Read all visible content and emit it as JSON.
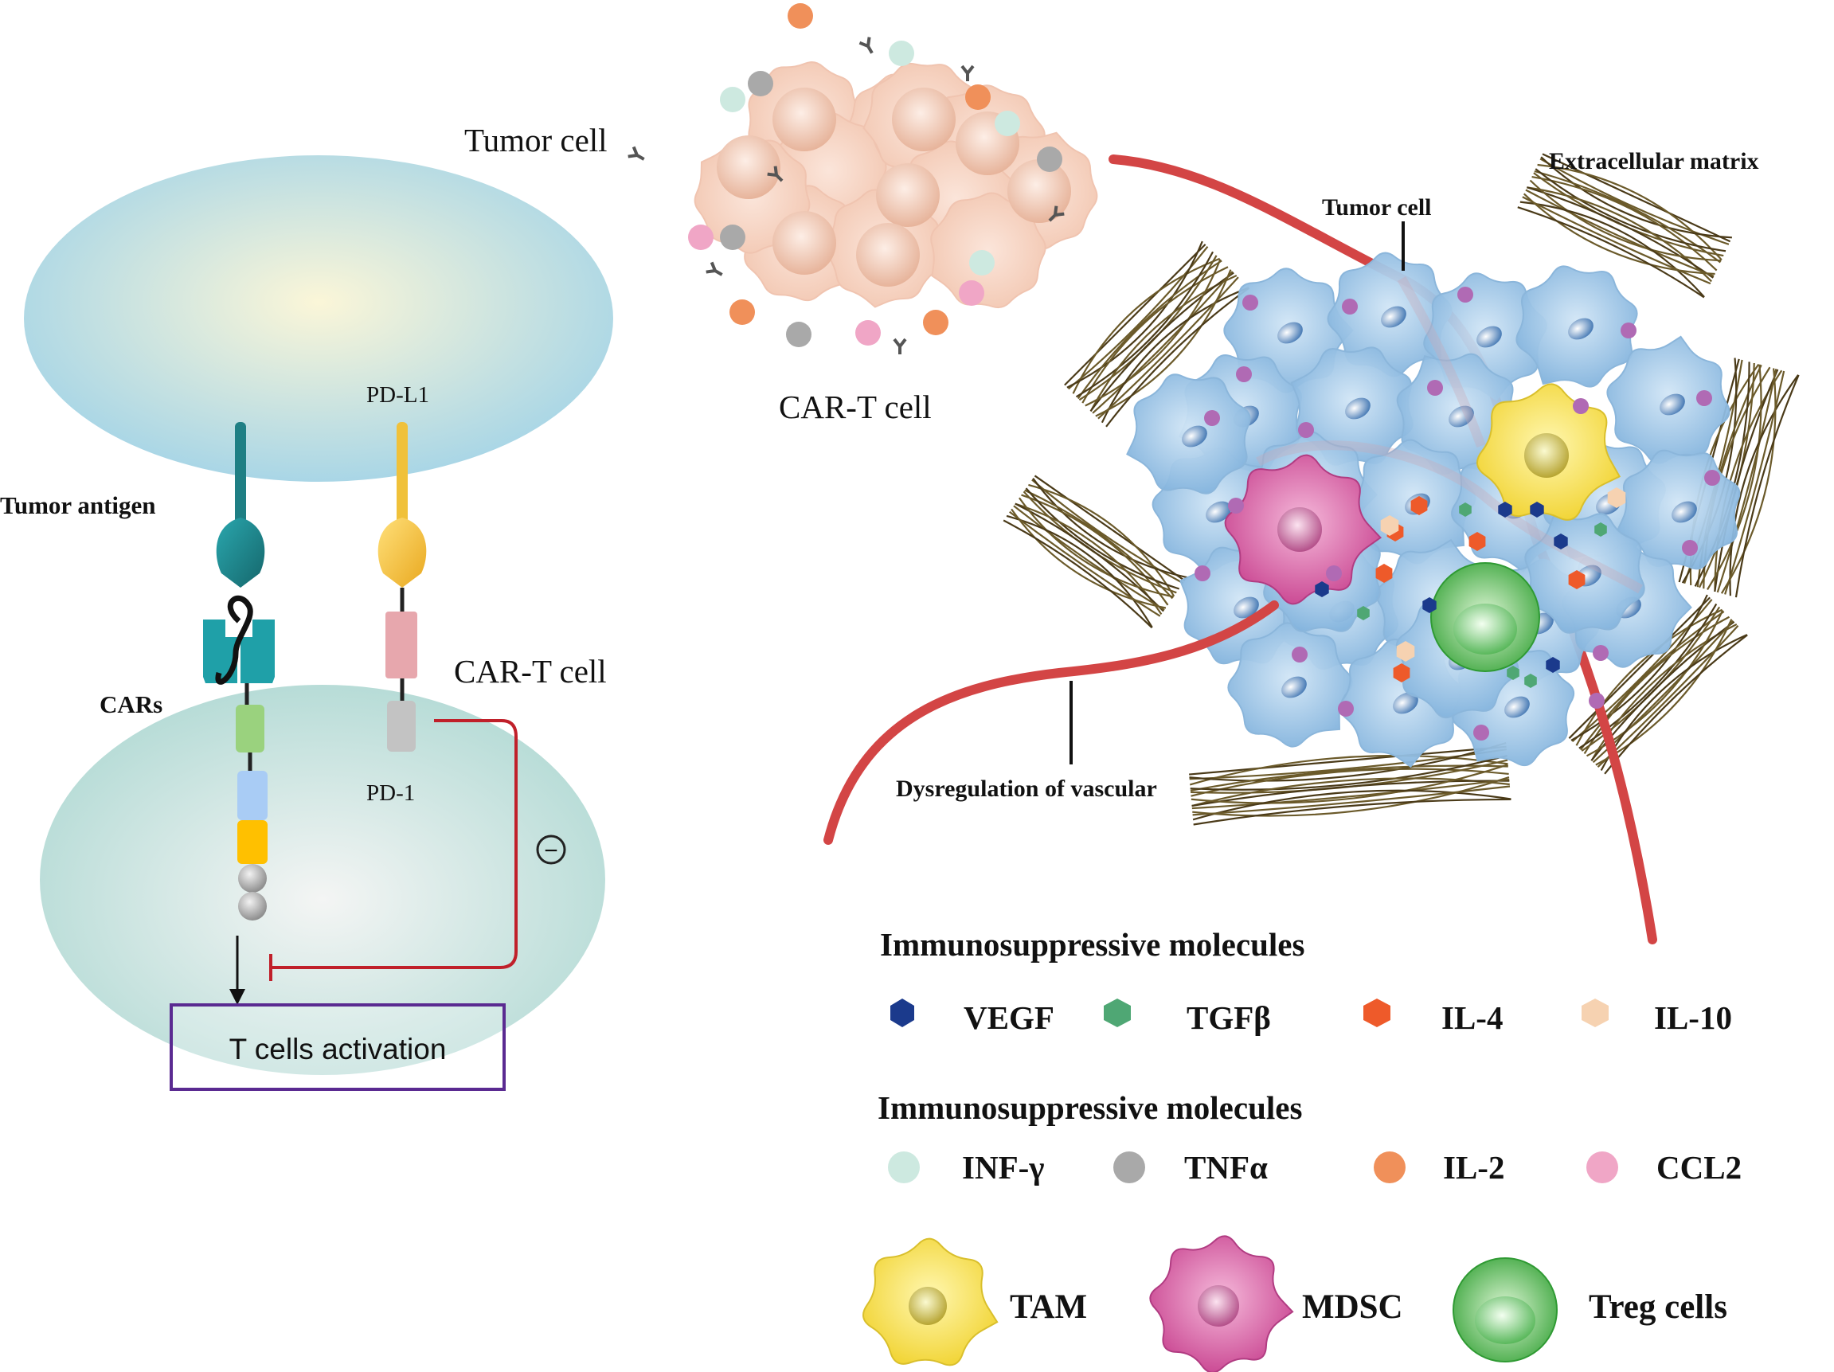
{
  "left_panel": {
    "tumor_cell_label": "Tumor cell",
    "tumor_antigen_label": "Tumor antigen",
    "pdl1_label": "PD-L1",
    "cars_label": "CARs",
    "car_t_label": "CAR-T cell",
    "pd1_label": "PD-1",
    "inhibit_symbol": "−",
    "activation_label": "T cells activation"
  },
  "cluster": {
    "car_t_label": "CAR-T cell"
  },
  "tme": {
    "tumor_cell_label": "Tumor cell",
    "ecm_label": "Extracellular matrix",
    "vascular_label": "Dysregulation of vascular"
  },
  "legend": {
    "group1_title": "Immunosuppressive molecules",
    "group1_items": [
      {
        "label": "VEGF",
        "color": "#1b3a8c",
        "shape": "hexagon"
      },
      {
        "label": "TGFβ",
        "color": "#4fa774",
        "shape": "hexagon"
      },
      {
        "label": "IL-4",
        "color": "#ee5a2a",
        "shape": "hexagon"
      },
      {
        "label": "IL-10",
        "color": "#f6d2b1",
        "shape": "hexagon"
      }
    ],
    "group2_title": "Immunosuppressive molecules",
    "group2_items": [
      {
        "label": "INF-γ",
        "color": "#cde9e0",
        "shape": "circle"
      },
      {
        "label": "TNFα",
        "color": "#a9a9a9",
        "shape": "circle"
      },
      {
        "label": "IL-2",
        "color": "#f0905a",
        "shape": "circle"
      },
      {
        "label": "CCL2",
        "color": "#f0a6c6",
        "shape": "circle"
      }
    ],
    "cell_items": [
      {
        "label": "TAM",
        "color": "#f4df4a"
      },
      {
        "label": "MDSC",
        "color": "#d55fa5"
      },
      {
        "label": "Treg cells",
        "color": "#49b34b"
      }
    ]
  }
}
